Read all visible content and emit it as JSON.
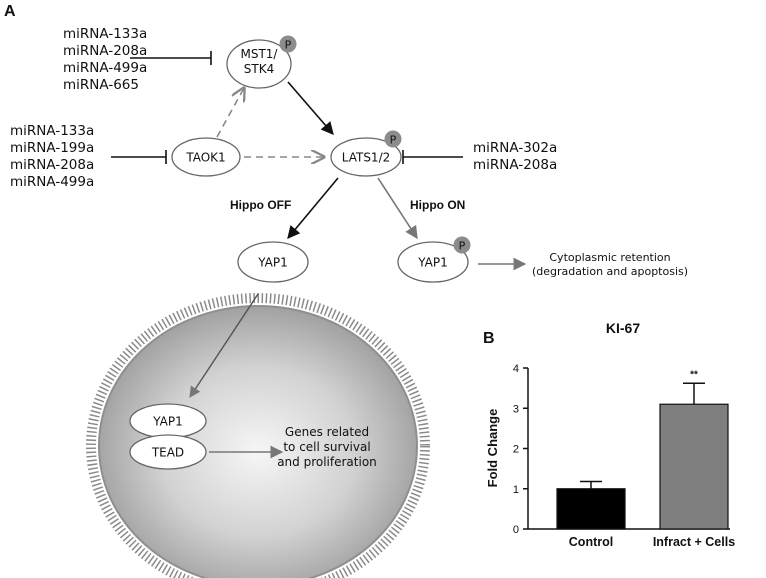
{
  "panel_a": {
    "letter": "A",
    "nodes": {
      "mst1": [
        "MST1/",
        "STK4"
      ],
      "taok1": "TAOK1",
      "lats": "LATS1/2",
      "yap_off": "YAP1",
      "yap_on": "YAP1",
      "yap_nuc": "YAP1",
      "tead": "TEAD"
    },
    "phospho_label": "P",
    "mirna_groups": {
      "mst1": [
        "miRNA-133a",
        "miRNA-208a",
        "miRNA-499a",
        "miRNA-665"
      ],
      "taok1": [
        "miRNA-133a",
        "miRNA-199a",
        "miRNA-208a",
        "miRNA-499a"
      ],
      "lats": [
        "miRNA-302a",
        "miRNA-208a"
      ]
    },
    "hippo_off": "Hippo OFF",
    "hippo_on": "Hippo ON",
    "cytoplasmic": [
      "Cytoplasmic retention",
      "(degradation and apoptosis)"
    ],
    "genes": [
      "Genes related",
      "to cell survival",
      "and proliferation"
    ]
  },
  "panel_b": {
    "letter": "B"
  },
  "colors": {
    "solid_arrow": "#111111",
    "grey_arrow": "#777777",
    "phospho_badge": "#8c8c8c",
    "bar_control": "#000000",
    "bar_infarct": "#7f7f7f",
    "cell_fill": "#b5b5b5"
  },
  "chart_data": {
    "type": "bar",
    "title": "KI-67",
    "ylabel": "Fold Change",
    "xlabel": "",
    "categories": [
      "Control",
      "Infract + Cells"
    ],
    "values": [
      1.0,
      3.1
    ],
    "errors": [
      0.18,
      0.52
    ],
    "bar_colors": [
      "#000000",
      "#7f7f7f"
    ],
    "significance": [
      "",
      "**"
    ],
    "ylim": [
      0,
      4
    ],
    "yticks": [
      "0",
      "1",
      "2",
      "3",
      "4"
    ],
    "grid": false,
    "legend": "none"
  }
}
